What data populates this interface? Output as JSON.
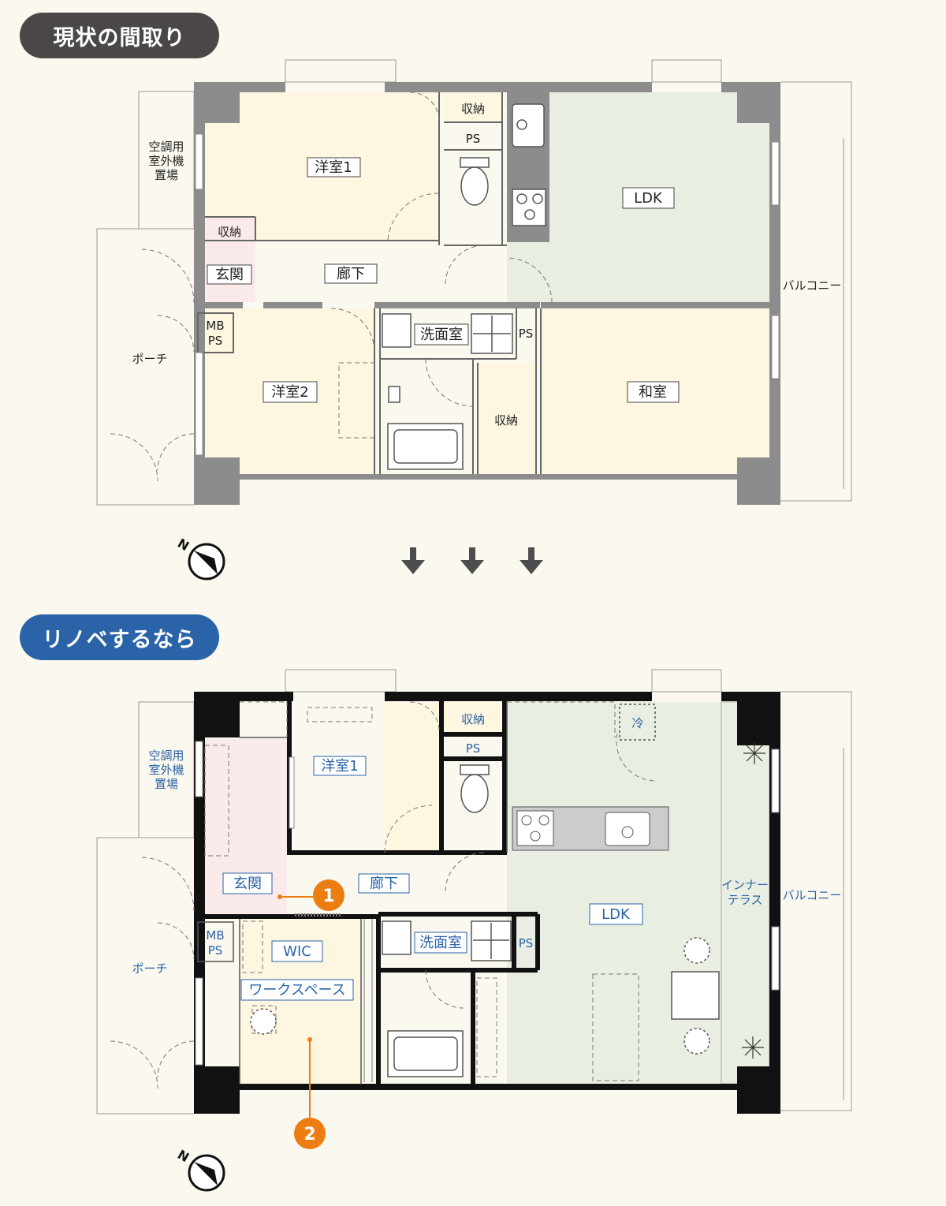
{
  "headings": {
    "current": "現状の間取り",
    "renovated": "リノベするなら"
  },
  "current_plan": {
    "rooms": {
      "western1": "洋室1",
      "western2": "洋室2",
      "ldk": "LDK",
      "washroom": "洗面室",
      "japanese": "和室",
      "entrance": "玄関",
      "hallway": "廊下",
      "storage_top": "収納",
      "storage_left": "収納",
      "storage_bottom": "収納",
      "ps_top": "PS",
      "ps_wash": "PS",
      "mbps_line1": "MB",
      "mbps_line2": "PS"
    },
    "outside": {
      "ac_line1": "空調用",
      "ac_line2": "室外機",
      "ac_line3": "置場",
      "porch": "ポーチ",
      "balcony": "バルコニー"
    }
  },
  "renovated_plan": {
    "rooms": {
      "western1": "洋室1",
      "ldk": "LDK",
      "washroom": "洗面室",
      "entrance": "玄関",
      "hallway": "廊下",
      "wic": "WIC",
      "workspace": "ワークスペース",
      "storage_top": "収納",
      "ps_top": "PS",
      "ps_wash": "PS",
      "mbps_line1": "MB",
      "mbps_line2": "PS",
      "fridge": "冷",
      "inner_terrace_line1": "インナー",
      "inner_terrace_line2": "テラス"
    },
    "outside": {
      "ac_line1": "空調用",
      "ac_line2": "室外機",
      "ac_line3": "置場",
      "porch": "ポーチ",
      "balcony": "バルコニー"
    },
    "markers": [
      "1",
      "2"
    ]
  },
  "colors": {
    "western_room": "#fdf6e1",
    "ldk_current": "#e8efe2",
    "ldk_renovated": "#e8efe2",
    "entrance": "#fbeaea",
    "wall_current": "#8c8c8c",
    "wall_renovated": "#111111",
    "marker": "#ec7d12",
    "heading_current": "#4a4746",
    "heading_renovated": "#2a63a8",
    "arrow": "#4d4d4d"
  },
  "icons": [
    "compass-icon",
    "down-arrow-icon",
    "stove-icon",
    "sink-icon",
    "toilet-icon",
    "bathtub-icon",
    "washing-machine-icon",
    "plant-icon"
  ]
}
